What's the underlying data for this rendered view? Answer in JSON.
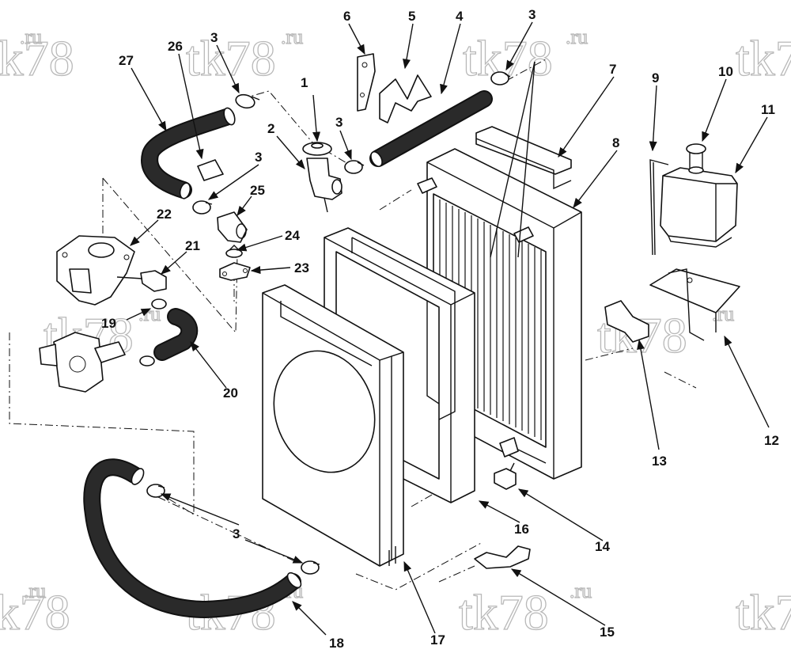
{
  "watermark": {
    "text": "tk78",
    "suffix": ".ru"
  },
  "callouts": [
    "1",
    "2",
    "3",
    "4",
    "5",
    "6",
    "7",
    "8",
    "9",
    "10",
    "11",
    "12",
    "13",
    "14",
    "15",
    "16",
    "17",
    "18",
    "19",
    "20",
    "21",
    "22",
    "23",
    "24",
    "25",
    "26",
    "27"
  ],
  "colors": {
    "ink": "#111111",
    "watermark": "#b9b9b9",
    "background": "#ffffff"
  }
}
